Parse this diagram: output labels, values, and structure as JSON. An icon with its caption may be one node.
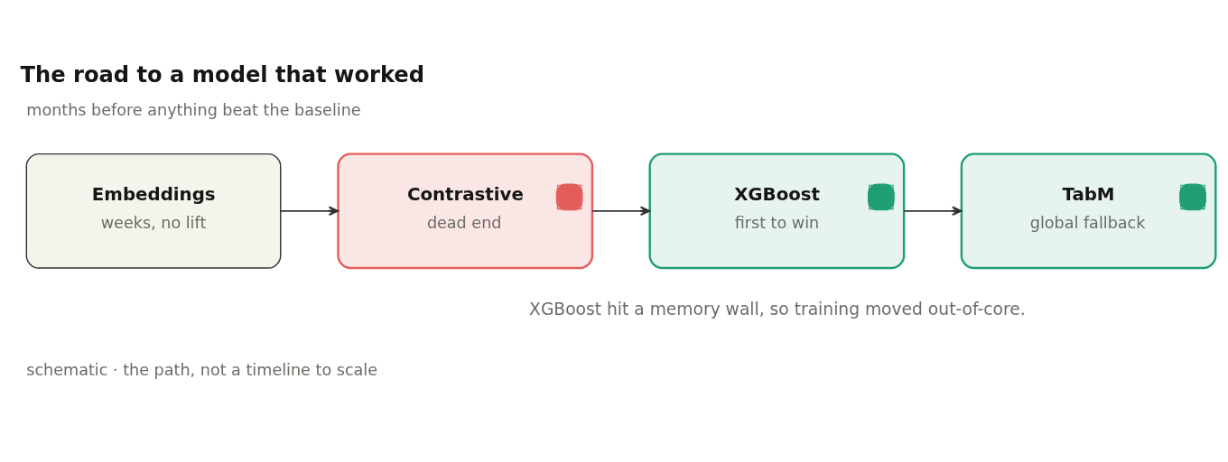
{
  "diagram": {
    "title": "The road to a model that worked",
    "nodes": [
      {
        "text": [
          "Embeddings",
          "weeks, no lift"
        ]
      },
      {
        "text": [
          "Contrastive",
          "dead end"
        ]
      },
      {
        "text": [
          "XGBoost",
          "first to win"
        ]
      },
      {
        "text": [
          "TabM",
          "global fallback"
        ]
      }
    ],
    "edges": [
      {
        "from": 0,
        "to": 1,
        "arrow": "to"
      },
      {
        "from": 1,
        "to": 2,
        "arrow": "to"
      },
      {
        "from": 2,
        "to": 3,
        "arrow": "to"
      }
    ],
    "labels": [
      "months before anything beat the baseline",
      "XGBoost hit a memory wall, so training moved out-of-core.",
      "schematic · the path, not a timeline to scale"
    ]
  }
}
